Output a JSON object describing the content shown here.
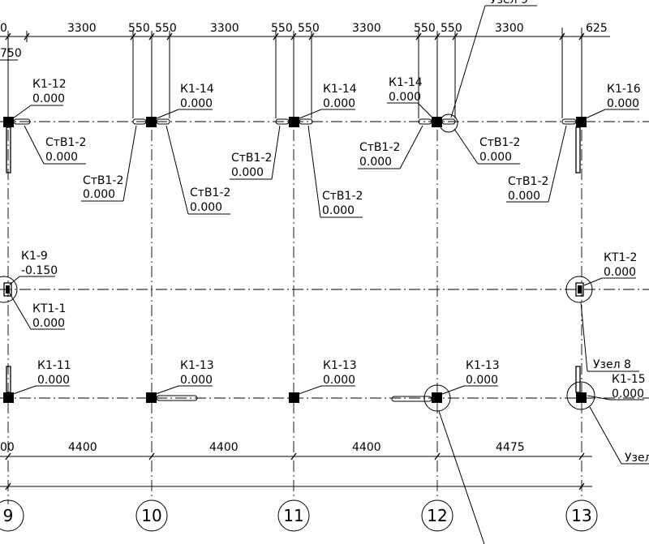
{
  "top_dims": {
    "edge_left": "0",
    "d1": "3300",
    "d2": "550",
    "d3": "550",
    "d4": "3300",
    "d5": "550",
    "d6": "550",
    "d7": "3300",
    "d8": "550",
    "d9": "550",
    "d10": "3300",
    "d11": "625",
    "side_left": "750"
  },
  "node_top_label": "Узел 9",
  "labels": {
    "k1_12": {
      "name": "К1-12",
      "level": "0.000"
    },
    "k1_14_a": {
      "name": "К1-14",
      "level": "0.000"
    },
    "k1_14_b": {
      "name": "К1-14",
      "level": "0.000"
    },
    "k1_14_c": {
      "name": "К1-14",
      "level": "0.000"
    },
    "k1_16": {
      "name": "К1-16",
      "level": "0.000"
    },
    "cmb_a": {
      "name": "СтВ1-2",
      "level": "0.000"
    },
    "cmb_b": {
      "name": "СтВ1-2",
      "level": "0.000"
    },
    "cmb_c": {
      "name": "СтВ1-2",
      "level": "0.000"
    },
    "cmb_d": {
      "name": "СтВ1-2",
      "level": "0.000"
    },
    "cmb_e": {
      "name": "СтВ1-2",
      "level": "0.000"
    },
    "cmb_f": {
      "name": "СтВ1-2",
      "level": "0.000"
    },
    "cmb_g": {
      "name": "СтВ1-2",
      "level": "0.000"
    },
    "cmb_h": {
      "name": "СтВ1-2",
      "level": "0.000"
    },
    "k1_9": {
      "name": "К1-9",
      "level": "-0.150"
    },
    "kt1_1": {
      "name": "КТ1-1",
      "level": "0.000"
    },
    "kt1_2": {
      "name": "КТ1-2",
      "level": "0.000"
    },
    "k1_11": {
      "name": "К1-11",
      "level": "0.000"
    },
    "k1_13_a": {
      "name": "К1-13",
      "level": "0.000"
    },
    "k1_13_b": {
      "name": "К1-13",
      "level": "0.000"
    },
    "k1_13_c": {
      "name": "К1-13",
      "level": "0.000"
    },
    "k1_15": {
      "name": "К1-15",
      "level": "0.000"
    }
  },
  "node_8_label": "Узел 8",
  "node_right_label": "Узел",
  "bottom_dims": {
    "edge_left": "00",
    "d1": "4400",
    "d2": "4400",
    "d3": "4400",
    "d4": "4475"
  },
  "axes": [
    "9",
    "10",
    "11",
    "12",
    "13"
  ]
}
